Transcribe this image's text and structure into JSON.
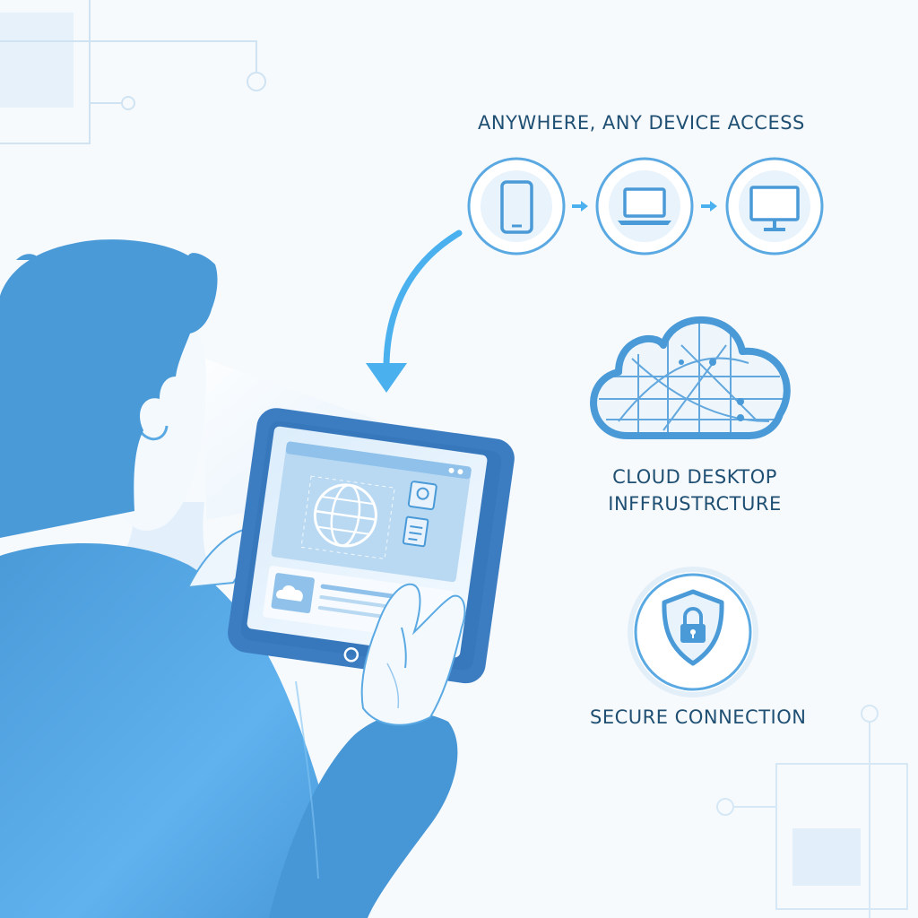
{
  "device_access": {
    "heading": "ANYWHERE, ANY DEVICE ACCESS",
    "devices": [
      {
        "icon": "smartphone-icon"
      },
      {
        "icon": "laptop-icon"
      },
      {
        "icon": "desktop-monitor-icon"
      }
    ]
  },
  "cloud": {
    "icon": "cloud-network-icon",
    "caption_line1": "CLOUD DESKTOP",
    "caption_line2": "INFFRUSTRCTURE"
  },
  "security": {
    "icon": "shield-lock-icon",
    "caption": "SECURE CONNECTION"
  },
  "illustration": {
    "person": "person-with-tablet",
    "tablet_icons": [
      "globe-icon",
      "cloud-icon",
      "document-icon",
      "image-icon"
    ]
  },
  "colors": {
    "primary": "#4a9ad8",
    "accent": "#4ab0ee",
    "text": "#1f4f72",
    "background": "#f7fafd",
    "line": "#bcdaf0"
  }
}
